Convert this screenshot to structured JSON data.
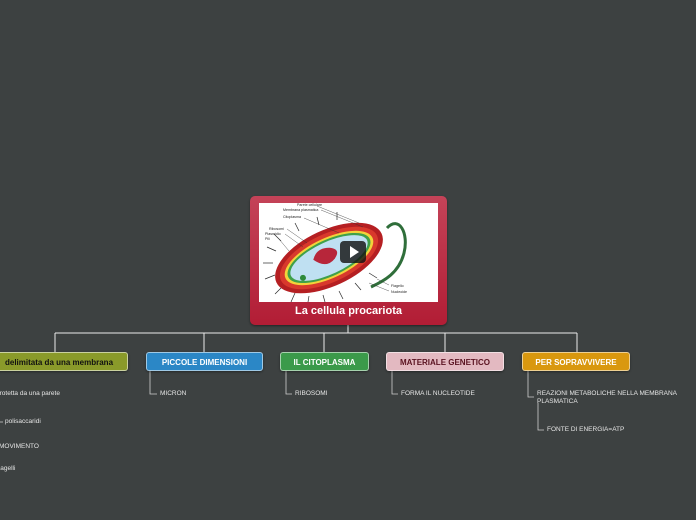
{
  "root": {
    "title": "La cellula procariota",
    "image_labels": [
      "Parete cellulare",
      "Membrana plasmatica",
      "Citoplasma",
      "Ribosomi",
      "Plasmidio",
      "Pili",
      "Flagello",
      "Nucleoide"
    ]
  },
  "branches": [
    {
      "label": "delimitata da una membrana",
      "color": "#8a9a2a",
      "leaves": [
        "protetta da una parete",
        "polisaccaridi",
        "MOVIMENTO",
        "flagelli"
      ]
    },
    {
      "label": "PICCOLE DIMENSIONI",
      "color": "#2b87c6",
      "leaves": [
        "MICRON"
      ]
    },
    {
      "label": "IL CITOPLASMA",
      "color": "#3b9a4a",
      "leaves": [
        "RIBOSOMI"
      ]
    },
    {
      "label": "MATERIALE GENETICO",
      "color": "#e3b9c1",
      "leaves": [
        "FORMA IL NUCLEOTIDE"
      ]
    },
    {
      "label": "PER SOPRAVVIVERE",
      "color": "#d9980f",
      "leaves": [
        "REAZIONI METABOLICHE NELLA MEMBRANA PLASMATICA",
        "FONTE DI ENERGIA=ATP"
      ]
    }
  ]
}
